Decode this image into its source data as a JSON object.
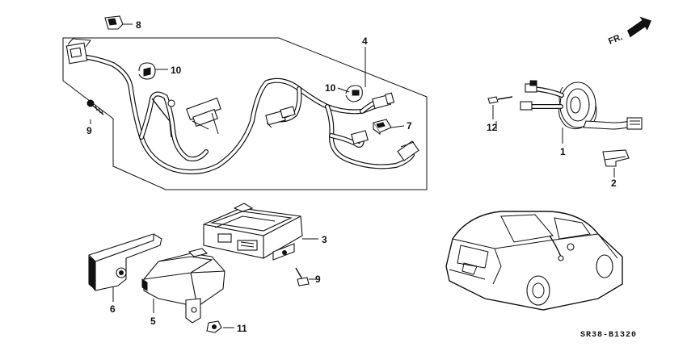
{
  "diagram": {
    "direction_label": "FR.",
    "drawing_code": "SR38-B1320",
    "callouts": {
      "c1": "1",
      "c2": "2",
      "c3": "3",
      "c4": "4",
      "c5": "5",
      "c6": "6",
      "c7": "7",
      "c8": "8",
      "c9a": "9",
      "c9b": "9",
      "c10a": "10",
      "c10b": "10",
      "c11": "11",
      "c12": "12"
    }
  }
}
